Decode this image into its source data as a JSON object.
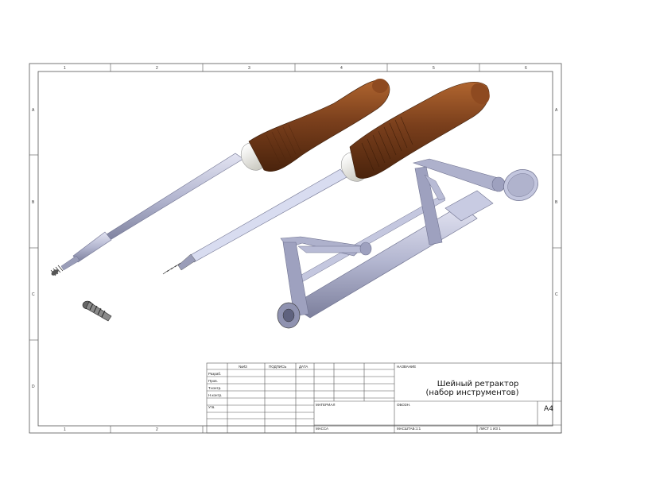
{
  "drawing": {
    "title_line1": "Шейный ретрактор",
    "title_line2": "(набор инструментов)",
    "sheet_format": "A4"
  },
  "zones": {
    "columns": [
      "1",
      "2",
      "3",
      "4",
      "5",
      "6"
    ],
    "bottom_columns": [
      "1",
      "2"
    ],
    "rows": [
      "A",
      "B",
      "C",
      "D"
    ]
  },
  "title_block": {
    "col_headers": [
      "№ИЗ",
      "ПОДПИСЬ",
      "ДАТА"
    ],
    "row_labels": [
      "Разраб.",
      "Пров.",
      "Т.контр.",
      "Н.контр.",
      "Утв."
    ],
    "naimen_label": "НАЗВАНИЕ",
    "material_label": "МАТЕРИАЛ",
    "oboz_label": "ОБОЗН.",
    "massa_label": "МАССА",
    "masshtab_label": "МАСШТАБ:1:1",
    "list_label": "ЛИСТ 1 ИЗ 1"
  },
  "colors": {
    "handle_brown": "#7a3f1c",
    "handle_light": "#a85a2a",
    "metal": "#b9bcd6",
    "metal_dark": "#6f7290",
    "collar": "#ecebe4"
  }
}
